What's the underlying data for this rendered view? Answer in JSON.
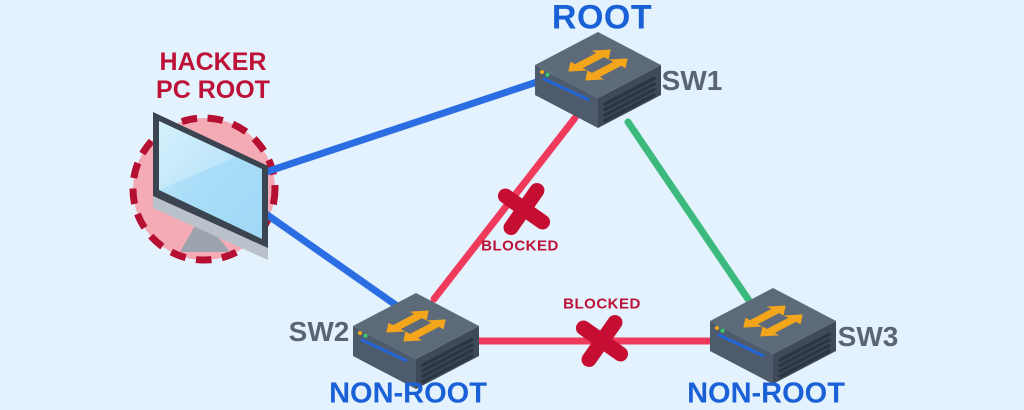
{
  "diagram": {
    "topic": "STP root attack: hacker PC claiming root, blocked switch links",
    "labels": {
      "blocked": "BLOCKED"
    },
    "nodes": {
      "hacker_pc": {
        "title_line1": "HACKER",
        "title_line2": "PC ROOT",
        "type": "pc-monitor"
      },
      "sw1": {
        "name": "SW1",
        "role": "ROOT",
        "type": "switch"
      },
      "sw2": {
        "name": "SW2",
        "role": "NON-ROOT",
        "type": "switch"
      },
      "sw3": {
        "name": "SW3",
        "role": "NON-ROOT",
        "type": "switch"
      }
    },
    "links": [
      {
        "from": "HACKER PC",
        "to": "SW1",
        "status": "active"
      },
      {
        "from": "HACKER PC",
        "to": "SW2",
        "status": "active"
      },
      {
        "from": "SW1",
        "to": "SW2",
        "status": "blocked",
        "label": "BLOCKED"
      },
      {
        "from": "SW1",
        "to": "SW3",
        "status": "forwarding"
      },
      {
        "from": "SW2",
        "to": "SW3",
        "status": "blocked",
        "label": "BLOCKED"
      }
    ],
    "colors": {
      "background": "#e3f2fd",
      "link_active": "#2b6ee4",
      "link_blocked": "#ef3a5c",
      "link_forwarding": "#3cba7d",
      "blocked_mark": "#c60e33",
      "blocked_text": "#bd1137",
      "root_text": "#1a61d8",
      "hacker_text": "#bd1137",
      "switch_label_text": "#5a6574",
      "hacker_circle_fill": "#f5abb5",
      "hacker_circle_stroke": "#b50f31",
      "switch_arrow": "#f3a51b"
    }
  }
}
